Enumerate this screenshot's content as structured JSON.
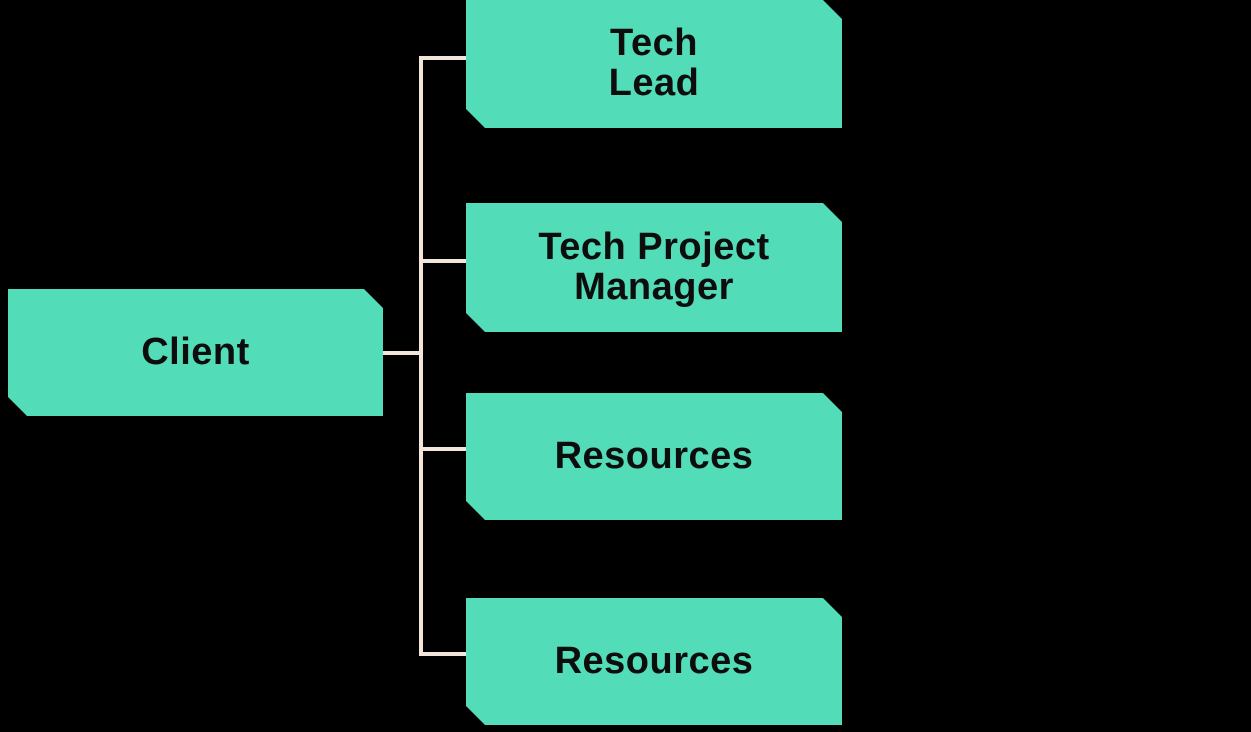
{
  "diagram": {
    "type": "org-chart",
    "background_color": "#000000",
    "node_fill_color": "#52DCB7",
    "connector_color": "#F2E5DA",
    "text_color": "#0D0D0D",
    "root": {
      "label": "Client"
    },
    "children": [
      {
        "label": "Tech\nLead"
      },
      {
        "label": "Tech Project\nManager"
      },
      {
        "label": "Resources"
      },
      {
        "label": "Resources"
      }
    ],
    "edges": [
      {
        "from": "Client",
        "to": "Tech Lead"
      },
      {
        "from": "Client",
        "to": "Tech Project Manager"
      },
      {
        "from": "Client",
        "to": "Resources"
      },
      {
        "from": "Client",
        "to": "Resources"
      }
    ]
  }
}
